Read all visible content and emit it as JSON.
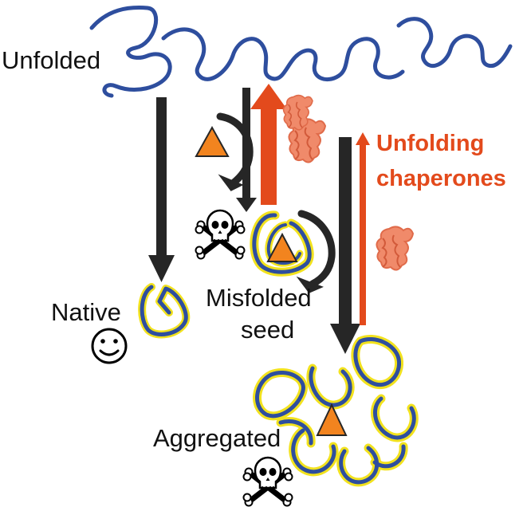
{
  "labels": {
    "unfolded": "Unfolded",
    "native": "Native",
    "misfolded_line1": "Misfolded",
    "misfolded_line2": "seed",
    "aggregated": "Aggregated",
    "unfolding_line1": "Unfolding",
    "unfolding_line2": "chaperones"
  },
  "colors": {
    "chain": "#2e4e9e",
    "chain_highlight": "#f2e21e",
    "arrow_dark": "#262626",
    "arrow_red": "#e34a1c",
    "chaperone": "#f08a6a",
    "seed_triangle": "#f2841f",
    "label_red": "#e34a1c"
  },
  "icons": {
    "skull_1": "skull-crossbones-icon",
    "skull_2": "skull-crossbones-icon",
    "smiley": "smiley-face-icon",
    "chaperone": "chaperone-protein-icon",
    "seed": "orange-triangle-seed-icon"
  }
}
